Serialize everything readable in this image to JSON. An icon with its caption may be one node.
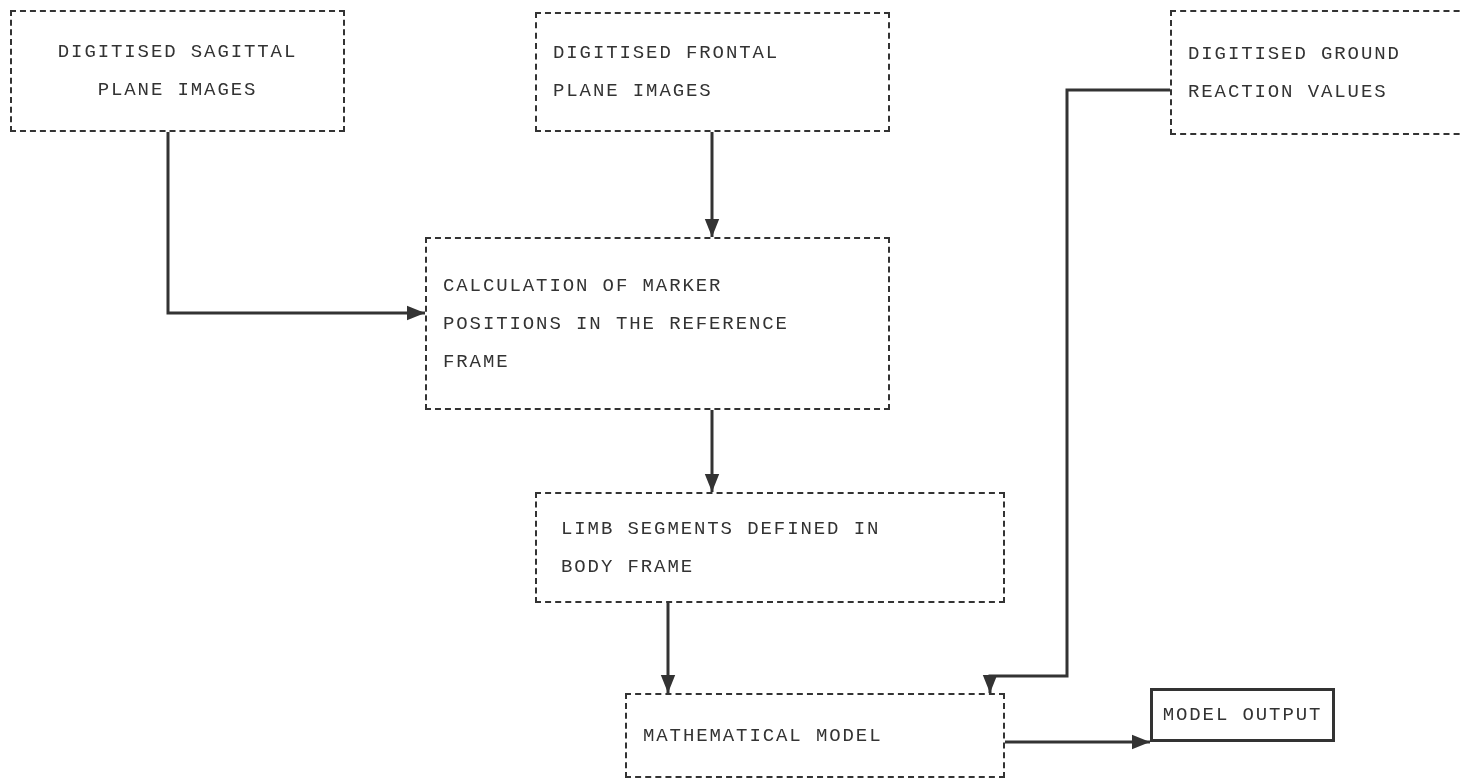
{
  "diagram": {
    "nodes": [
      {
        "text": [
          "DIGITISED SAGITTAL PLANE IMAGES"
        ]
      },
      {
        "text": [
          "DIGITISED FRONTAL PLANE IMAGES"
        ]
      },
      {
        "text": [
          "DIGITISED GROUND REACTION VALUES"
        ]
      },
      {
        "text": [
          "CALCULATION OF MARKER POSITIONS IN THE REFERENCE FRAME"
        ]
      },
      {
        "text": [
          "LIMB SEGMENTS DEFINED IN BODY FRAME"
        ]
      },
      {
        "text": [
          "MATHEMATICAL MODEL"
        ]
      },
      {
        "text": [
          "MODEL OUTPUT"
        ]
      }
    ],
    "edges": [
      {
        "from": 0,
        "to": 3,
        "arrow": "to"
      },
      {
        "from": 1,
        "to": 3,
        "arrow": "to"
      },
      {
        "from": 3,
        "to": 4,
        "arrow": "to"
      },
      {
        "from": 4,
        "to": 5,
        "arrow": "to"
      },
      {
        "from": 2,
        "to": 5,
        "arrow": "to"
      },
      {
        "from": 5,
        "to": 6,
        "arrow": "to"
      }
    ]
  }
}
